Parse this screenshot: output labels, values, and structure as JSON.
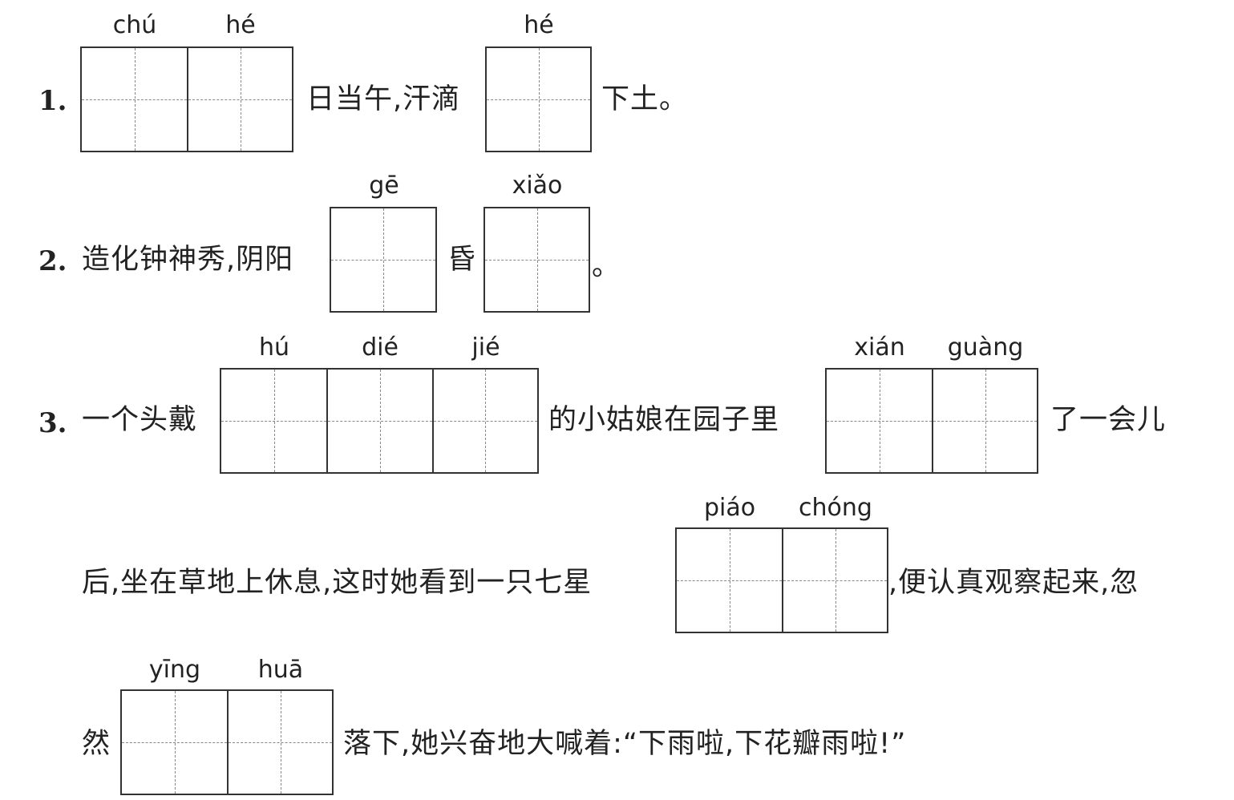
{
  "q1": {
    "number": "1.",
    "box1": {
      "pinyin": [
        "chú",
        "hé"
      ]
    },
    "text1": "日当午,汗滴",
    "box2": {
      "pinyin": [
        "hé"
      ]
    },
    "text2": "下土。"
  },
  "q2": {
    "number": "2.",
    "text1": "造化钟神秀,阴阳",
    "box1": {
      "pinyin": [
        "gē"
      ]
    },
    "text2": "昏",
    "box2": {
      "pinyin": [
        "xiǎo"
      ]
    },
    "text3": "。"
  },
  "q3": {
    "number": "3.",
    "line1": {
      "text1": "一个头戴",
      "box1": {
        "pinyin": [
          "hú",
          "dié",
          "jié"
        ]
      },
      "text2": "的小姑娘在园子里",
      "box2": {
        "pinyin": [
          "xián",
          "guàng"
        ]
      },
      "text3": "了一会儿"
    },
    "line2": {
      "text1": "后,坐在草地上休息,这时她看到一只七星",
      "box1": {
        "pinyin": [
          "piáo",
          "chóng"
        ]
      },
      "text2": ",便认真观察起来,忽"
    },
    "line3": {
      "text1": "然",
      "box1": {
        "pinyin": [
          "yīng",
          "huā"
        ]
      },
      "text2": "落下,她兴奋地大喊着:“下雨啦,下花瓣雨啦!”"
    }
  }
}
